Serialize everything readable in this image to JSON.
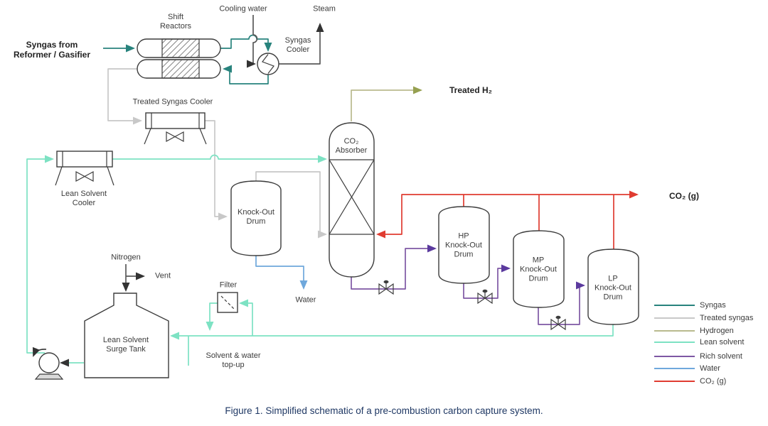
{
  "figure": {
    "caption": "Figure 1. Simplified schematic of a pre-combustion carbon capture system."
  },
  "colors": {
    "syngas": "#28837d",
    "treated_syngas": "#c8c8c8",
    "hydrogen": "#b9ba8e",
    "lean_solvent": "#7de2c3",
    "rich_solvent": "#7e57a4",
    "water": "#6fa8dc",
    "co2": "#e03c31",
    "dark_line": "#595959",
    "vessel": "#3c3c3c",
    "text": "#3b3b3b",
    "caption": "#1f3864",
    "arrow_dark": "#333333"
  },
  "labels": {
    "syngas_source": "Syngas from\nReformer / Gasifier",
    "shift_reactors": "Shift\nReactors",
    "cooling_water": "Cooling water",
    "steam": "Steam",
    "syngas_cooler": "Syngas\nCooler",
    "treated_syngas_cooler": "Treated Syngas Cooler",
    "lean_solvent_cooler": "Lean Solvent\nCooler",
    "co2_absorber": "CO₂\nAbsorber",
    "treated_h2": "Treated H₂",
    "knock_out_drum": "Knock-Out\nDrum",
    "water_out": "Water",
    "hp_drum": "HP\nKnock-Out\nDrum",
    "mp_drum": "MP\nKnock-Out\nDrum",
    "lp_drum": "LP\nKnock-Out\nDrum",
    "co2_out": "CO₂ (g)",
    "nitrogen": "Nitrogen",
    "vent": "Vent",
    "filter": "Filter",
    "surge_tank": "Lean Solvent\nSurge Tank",
    "topup": "Solvent & water\ntop-up"
  },
  "legend": {
    "items": [
      {
        "label": "Syngas",
        "color": "#28837d"
      },
      {
        "label": "Treated syngas",
        "color": "#c8c8c8"
      },
      {
        "label": "Hydrogen",
        "color": "#b9ba8e"
      },
      {
        "label": "Lean solvent",
        "color": "#7de2c3"
      },
      {
        "label": "Rich solvent",
        "color": "#7e57a4"
      },
      {
        "label": "Water",
        "color": "#6fa8dc"
      },
      {
        "label": "CO₂ (g)",
        "color": "#e03c31"
      }
    ]
  }
}
